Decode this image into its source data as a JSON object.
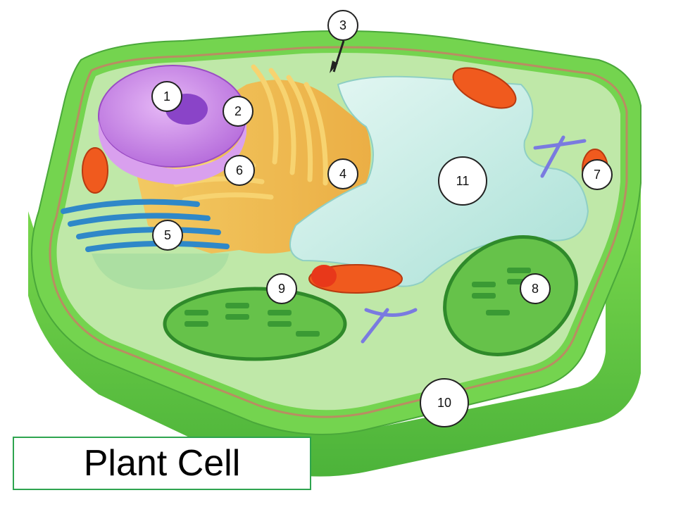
{
  "title": "Plant Cell",
  "colors": {
    "cell_wall": "#6fd14a",
    "cytoplasm": "#bfe8a8",
    "nucleus": "#c77ae6",
    "vacuole": "#cdeee8",
    "golgi": "#2f88c8",
    "er": "#f6b94a",
    "mitochondria": "#f05a1e",
    "chloroplast": "#66c24a",
    "title_border": "#2ea44f"
  },
  "markers": [
    {
      "label": "1"
    },
    {
      "label": "2"
    },
    {
      "label": "3"
    },
    {
      "label": "4"
    },
    {
      "label": "5"
    },
    {
      "label": "6"
    },
    {
      "label": "7"
    },
    {
      "label": "8"
    },
    {
      "label": "9"
    },
    {
      "label": "10"
    },
    {
      "label": "11"
    }
  ]
}
